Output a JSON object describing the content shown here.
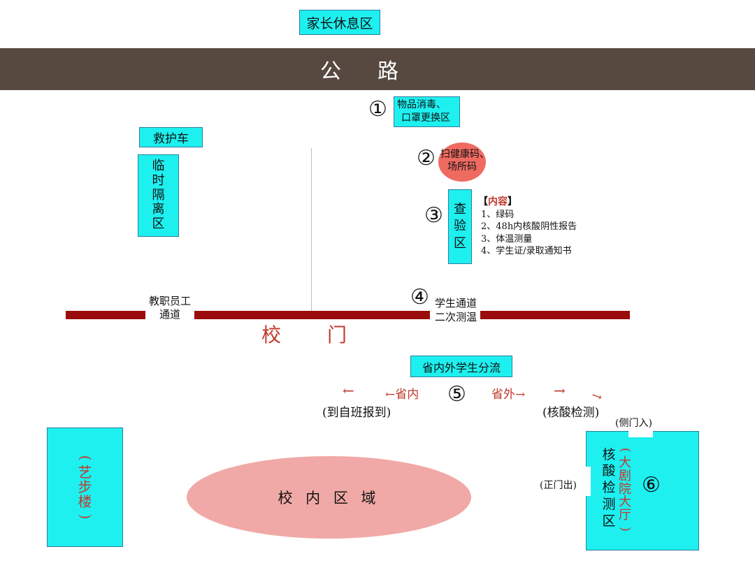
{
  "parent_rest": "家长休息区",
  "road": "公路",
  "stations": {
    "s1": {
      "num": "①",
      "label_line1": "物品消毒、",
      "label_line2": "口罩更换区"
    },
    "s2": {
      "num": "②",
      "label_line1": "扫健康码、",
      "label_line2": "场所码"
    },
    "s3": {
      "num": "③",
      "chars": [
        "查",
        "验",
        "区"
      ],
      "content_title_open": "【",
      "content_title": "内容",
      "content_title_close": "】",
      "items": [
        "1、绿码",
        "2、48h内核酸阴性报告",
        "3、体温测量",
        "4、学生证/录取通知书"
      ]
    },
    "s4": {
      "num": "④",
      "label_line1": "学生通道",
      "label_line2": "二次测温"
    },
    "s5": {
      "num": "⑤",
      "label": "省内外学生分流",
      "left_arrow": "←",
      "left_text": "←省内",
      "left_dest": "(到自班报到)",
      "right_text": "省外→",
      "right_arrow": "→",
      "right_dest": "(核酸检测)",
      "diag_arrow": "→"
    },
    "s6": {
      "num": "⑥",
      "chars_left": [
        "核",
        "酸",
        "检",
        "测",
        "区"
      ],
      "chars_right": [
        "(",
        "大",
        "剧",
        "院",
        "大",
        "厅",
        ")"
      ],
      "side_entry": "(侧门入)",
      "main_exit": "(正门出)"
    }
  },
  "ambulance": "救护车",
  "isolation": [
    "临",
    "时",
    "隔",
    "离",
    "区"
  ],
  "staff_channel_line1": "教职员工",
  "staff_channel_line2": "通道",
  "gate": [
    "校",
    "门"
  ],
  "art_building": [
    "(",
    "艺",
    "步",
    "楼",
    ")"
  ],
  "campus": "校 内 区 域",
  "colors": {
    "cyan": "#1ef0f0",
    "road": "#574840",
    "gate_bar": "#9b0d0d",
    "accent_red": "#c0392b",
    "pink": "#f0a9a6",
    "salmon": "#ef6b62"
  }
}
